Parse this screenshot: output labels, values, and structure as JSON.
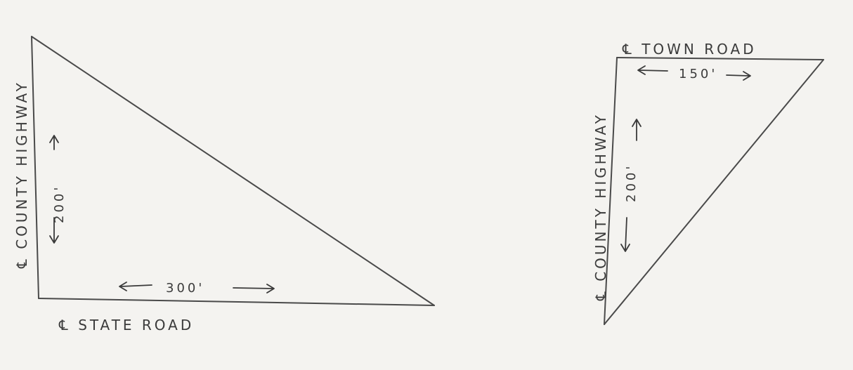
{
  "left_triangle": {
    "vertical_road": "℄ COUNTY HIGHWAY",
    "vertical_dimension": "200'",
    "horizontal_road": "℄ STATE ROAD",
    "horizontal_dimension": "300'"
  },
  "right_triangle": {
    "top_road": "℄ TOWN ROAD",
    "top_dimension": "150'",
    "vertical_road": "℄ COUNTY HIGHWAY",
    "vertical_dimension": "200'"
  },
  "colors": {
    "paper": "#f4f3f0",
    "ink": "#3b3b3b"
  }
}
